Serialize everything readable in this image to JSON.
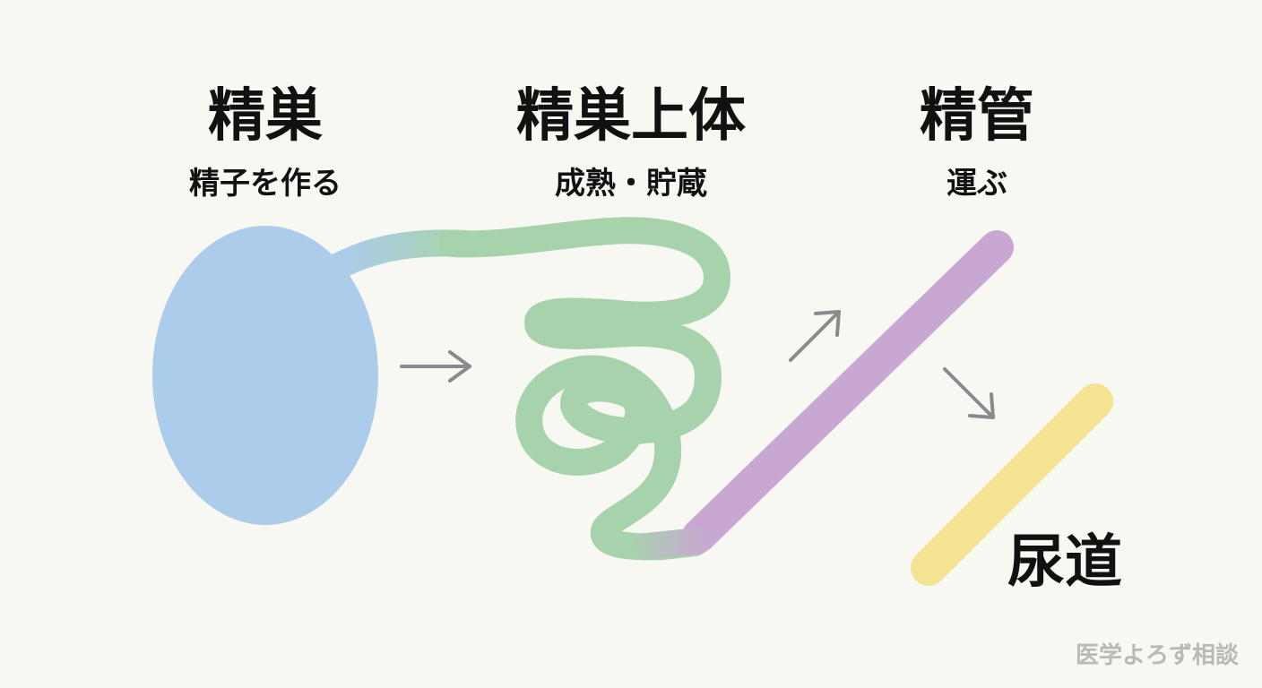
{
  "stages": [
    {
      "title": "精巣",
      "subtitle": "精子を作る"
    },
    {
      "title": "精巣上体",
      "subtitle": "成熟・貯蔵"
    },
    {
      "title": "精管",
      "subtitle": "運ぶ"
    },
    {
      "title": "尿道"
    }
  ],
  "colors": {
    "testis": "#abcdeb",
    "epididymis": "#a7d3ac",
    "vas_deferens": "#c9a7d3",
    "urethra": "#f5e394",
    "arrow": "#8a8a8e",
    "text": "#111111",
    "background": "#f8f8f3"
  },
  "watermark": "医学よろず相談"
}
